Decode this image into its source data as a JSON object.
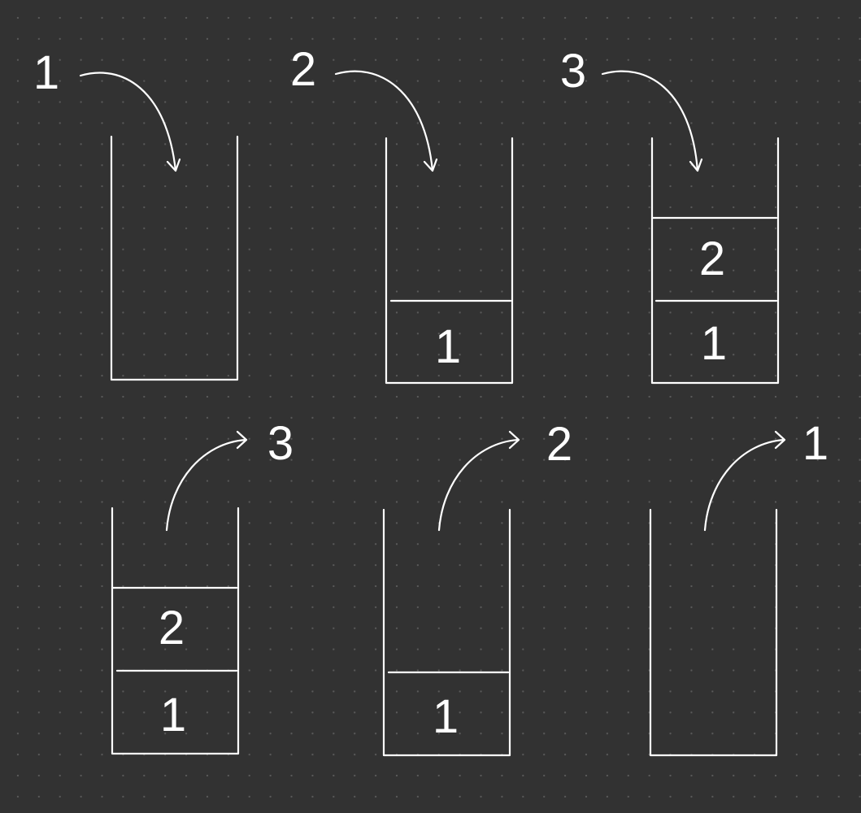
{
  "diagram": {
    "push_sequence": [
      {
        "incoming": "1",
        "stack_contents": []
      },
      {
        "incoming": "2",
        "stack_contents": [
          "1"
        ]
      },
      {
        "incoming": "3",
        "stack_contents": [
          "1",
          "2"
        ]
      }
    ],
    "pop_sequence": [
      {
        "outgoing": "3",
        "stack_contents": [
          "1",
          "2"
        ]
      },
      {
        "outgoing": "2",
        "stack_contents": [
          "1"
        ]
      },
      {
        "outgoing": "1",
        "stack_contents": []
      }
    ],
    "colors": {
      "background": "#323232",
      "grid_dot": "#5a5a5a",
      "ink": "#ffffff"
    }
  }
}
